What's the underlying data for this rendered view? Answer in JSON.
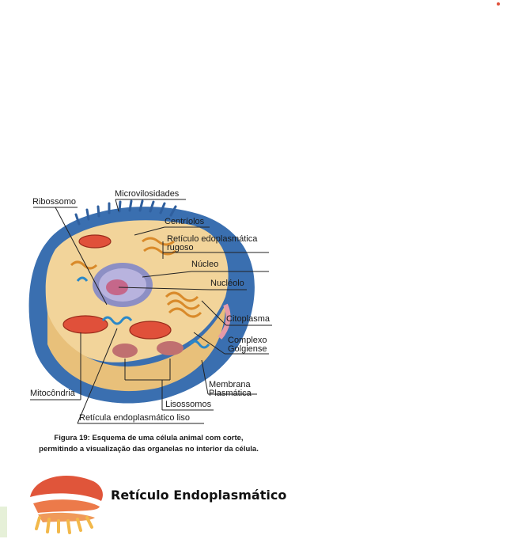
{
  "diagram": {
    "labels": {
      "ribossomo": "Ribossomo",
      "microvilosidades": "Microvilosidades",
      "centriolos": "Centríolos",
      "reticulo_rugoso_1": "Retículo edoplasmática",
      "reticulo_rugoso_2": "rugoso",
      "nucleo": "Núcleo",
      "nucleolo": "Nucléolo",
      "citoplasma": "Citoplasma",
      "golgi_1": "Complexo",
      "golgi_2": "Golgiense",
      "membrana_1": "Membrana",
      "membrana_2": "Plasmática",
      "mitocondria": "Mitocôndria",
      "lisossomos": "Lisossomos",
      "reticulo_liso": "Retícula endoplasmático liso"
    },
    "caption_line1": "Figura 19: Esquema de uma célula animal com corte,",
    "caption_line2": "permitindo a visualização das organelas no interior da célula."
  },
  "section": {
    "title": "Retículo Endoplasmático"
  },
  "colors": {
    "membrane": "#3a6fb0",
    "cytoplasm": "#f2d49a",
    "nucleus": "#8d8fc4",
    "mitochondria": "#e0503a",
    "accent_dot": "#e0503a",
    "left_tab": "#e6f0d8"
  }
}
